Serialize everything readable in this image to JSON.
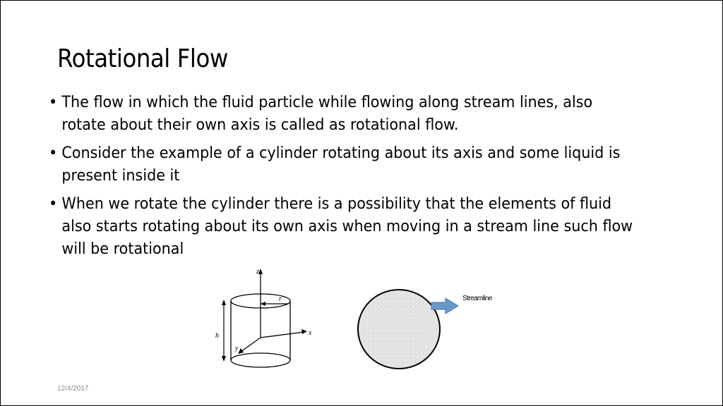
{
  "slide": {
    "title": "Rotational Flow",
    "bullets": [
      "The flow in which the fluid particle while flowing  along stream lines, also rotate about their own axis is called as rotational flow.",
      "Consider the example of a cylinder rotating about its axis and some liquid is present inside it",
      "When we rotate the cylinder there is a possibility that the elements of fluid also starts rotating about its own axis when moving in a stream line such flow will be rotational"
    ],
    "bullet_symbol": "•",
    "date": "12/4/2017"
  },
  "figures": {
    "cylinder_labels": {
      "z": "z",
      "r": "r",
      "h": "h",
      "x": "x",
      "y": "y"
    },
    "streamline_label": "Streamline",
    "arrow_color": "#6b97c9",
    "particle_fill": "#e6e6e6"
  }
}
